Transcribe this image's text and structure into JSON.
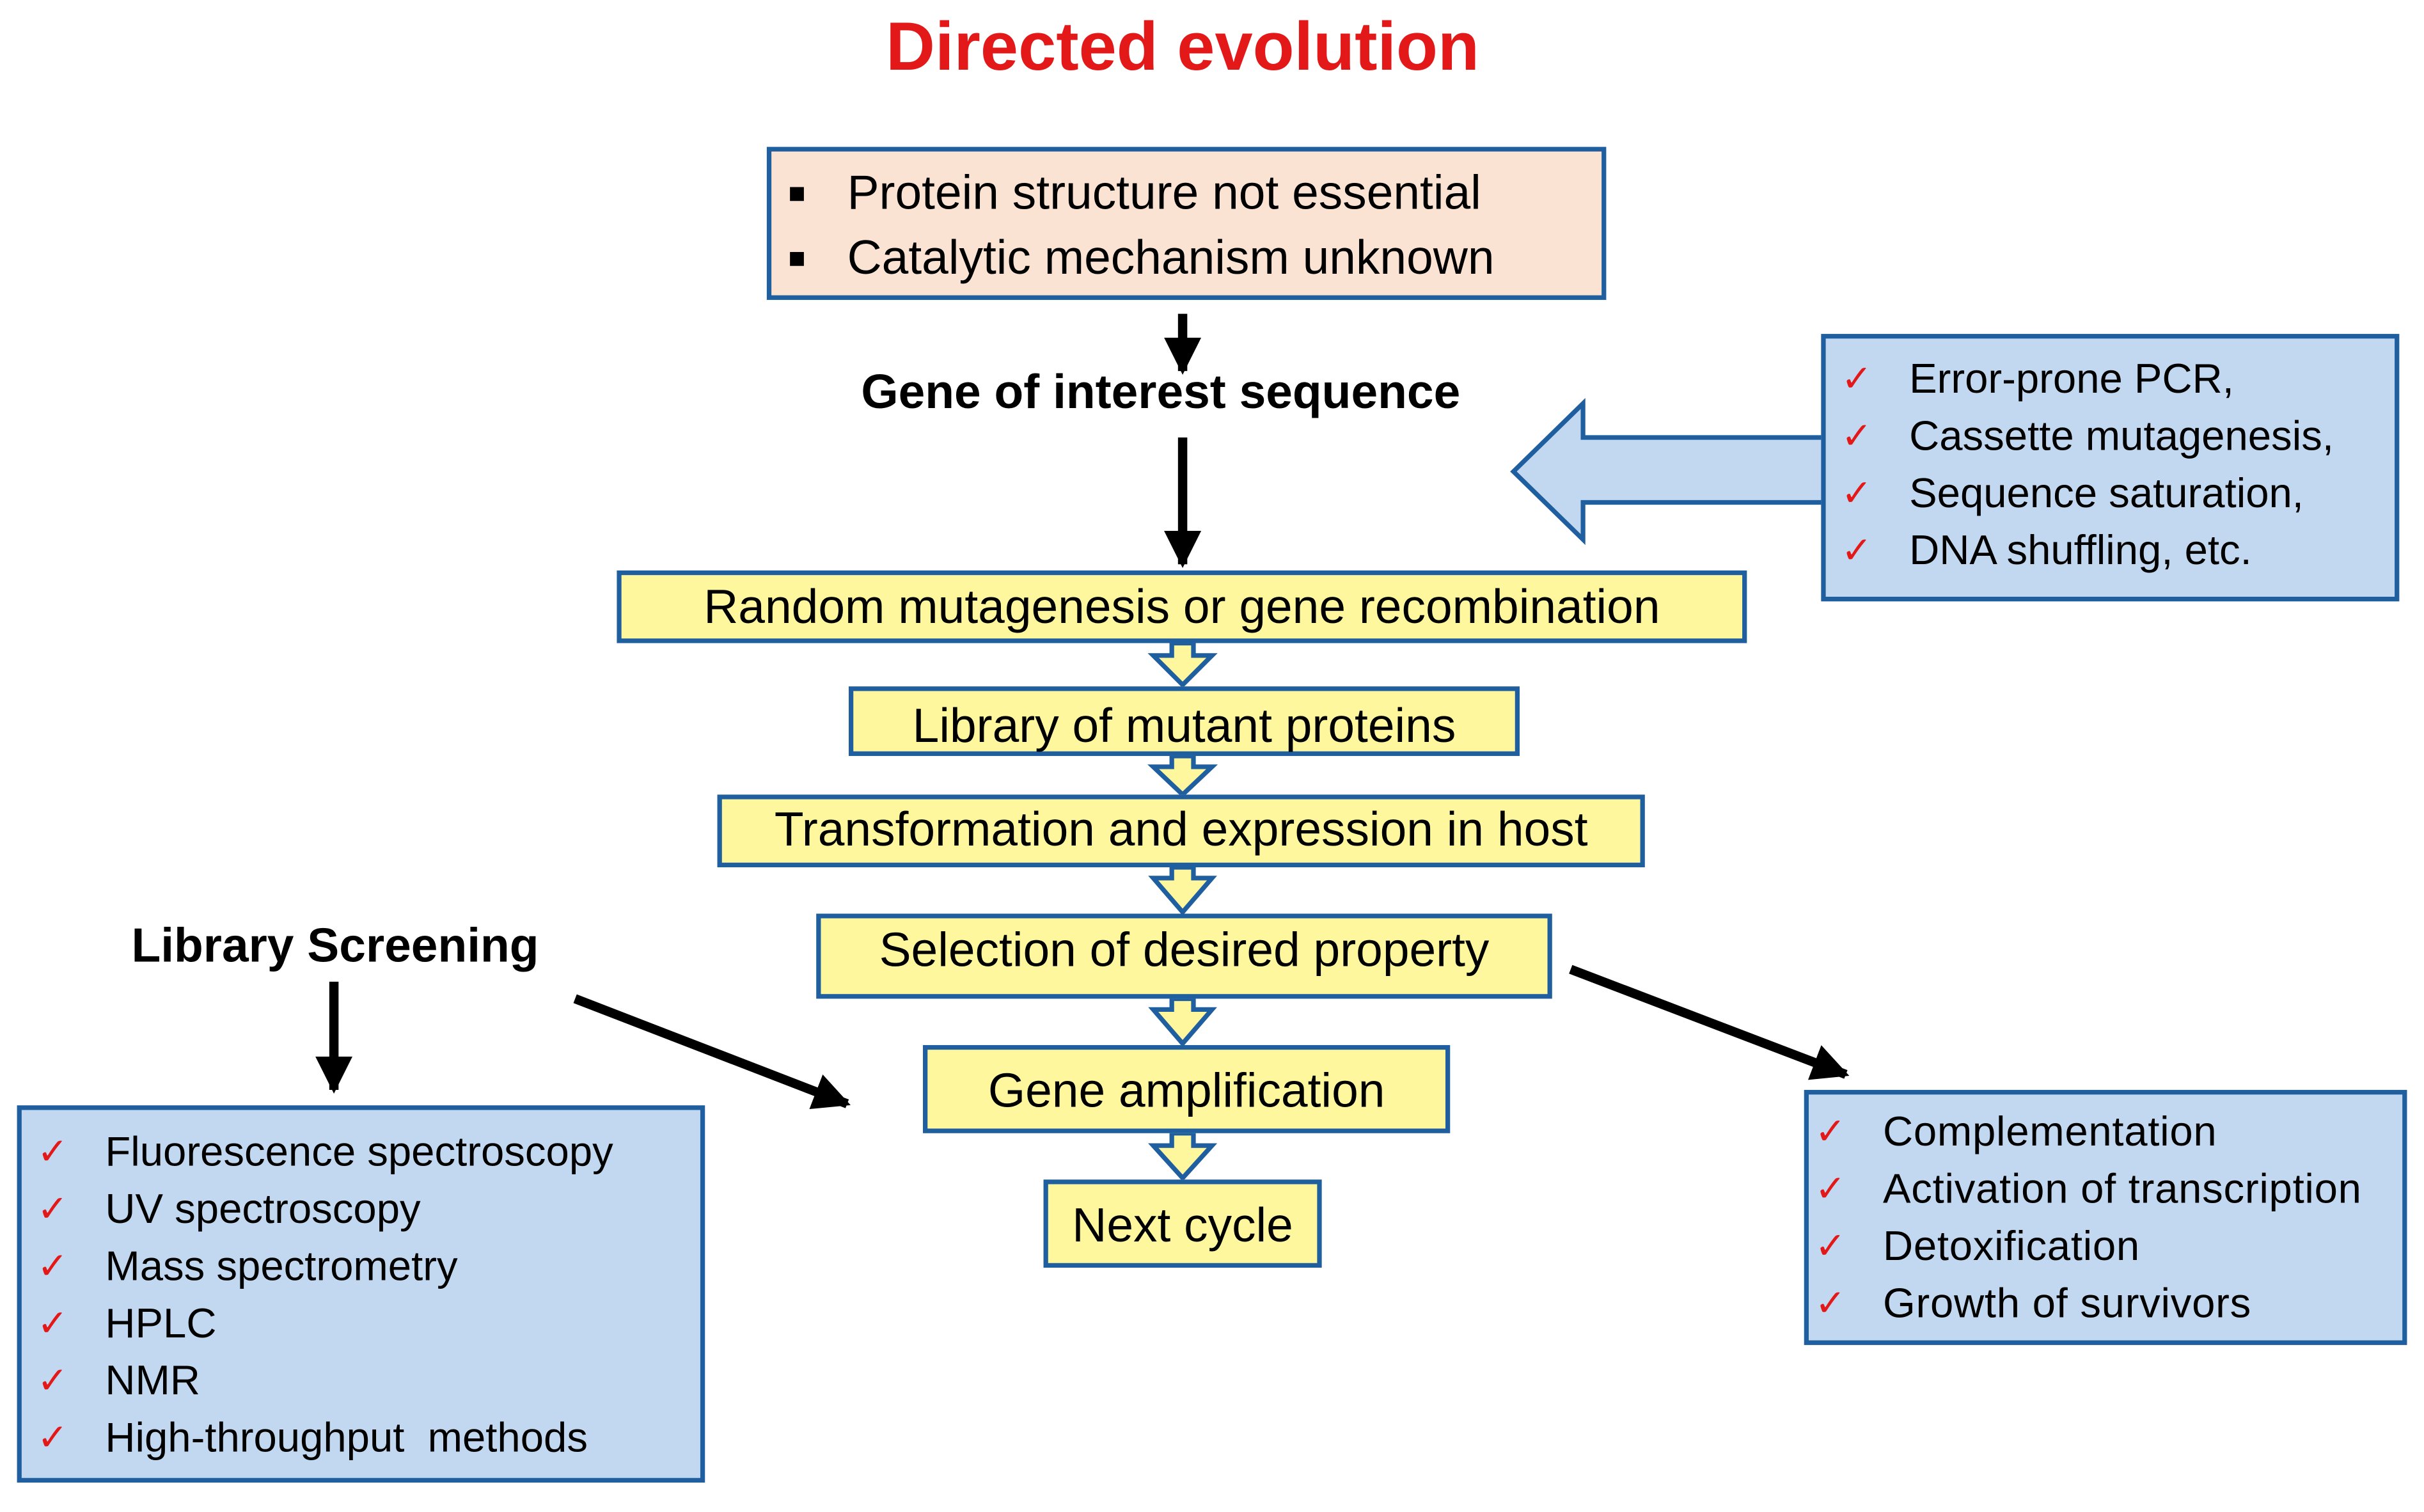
{
  "title": "Directed evolution",
  "premise": {
    "items": [
      "Protein structure not essential",
      "Catalytic mechanism unknown"
    ]
  },
  "gene_of_interest": "Gene of interest sequence",
  "mutagenesis_methods": [
    "Error-prone PCR,",
    "Cassette mutagenesis,",
    "Sequence saturation,",
    "DNA shuffling, etc."
  ],
  "steps": [
    "Random mutagenesis or gene recombination",
    "Library of mutant proteins",
    "Transformation and expression in host",
    "Selection of desired property",
    "Gene amplification",
    "Next cycle"
  ],
  "library_screening": {
    "heading": "Library Screening",
    "methods": [
      "Fluorescence spectroscopy",
      "UV spectroscopy",
      "Mass spectrometry",
      "HPLC",
      "NMR",
      "High-throughput  methods"
    ]
  },
  "selection_methods": [
    "Complementation",
    "Activation of transcription",
    "Detoxification",
    "Growth of survivors"
  ],
  "colors": {
    "title": "#e31919",
    "box_border": "#1f5f9f",
    "premise_fill": "#fbe3d3",
    "method_fill": "#c2d8f0",
    "step_fill": "#fff79e",
    "check": "#e31919"
  },
  "icons": {
    "bullet": "square-bullet-icon",
    "check": "check-mark-icon",
    "connector": "hollow-down-arrow-icon",
    "block_arrow": "hollow-left-arrow-icon"
  }
}
